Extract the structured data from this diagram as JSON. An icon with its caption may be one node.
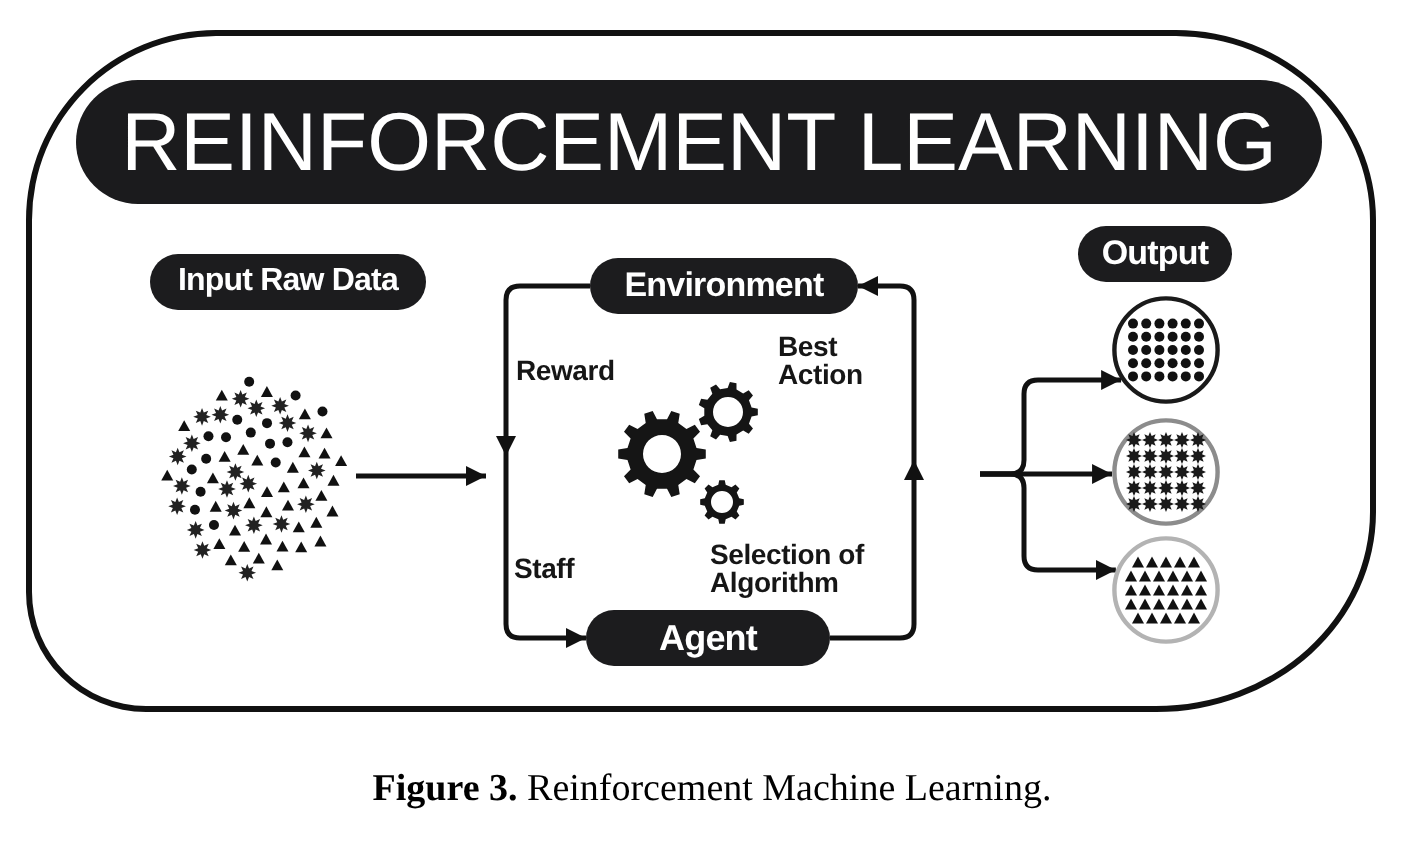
{
  "diagram": {
    "title": "REINFORCEMENT LEARNING",
    "caption": "**Figure 3.** Reinforcement Machine Learning.",
    "nodes": [
      {
        "text": [
          "Input Raw Data"
        ]
      },
      {
        "text": [],
        "shape": "picture"
      },
      {
        "text": [
          "Environment"
        ]
      },
      {
        "text": [
          "Agent"
        ]
      },
      {
        "text": [
          "Output"
        ]
      },
      {
        "text": [],
        "shape": "circle"
      },
      {
        "text": [],
        "shape": "circle"
      },
      {
        "text": [],
        "shape": "circle"
      }
    ],
    "edges": [
      {
        "from": 1,
        "to": null,
        "arrow": "to"
      },
      {
        "from": 2,
        "to": 3,
        "arrow": "to"
      },
      {
        "from": 3,
        "to": 2,
        "arrow": "to"
      },
      {
        "from": null,
        "to": 5,
        "arrow": "to"
      },
      {
        "from": null,
        "to": 6,
        "arrow": "to"
      },
      {
        "from": null,
        "to": 7,
        "arrow": "to"
      }
    ],
    "labels": [
      "Reward",
      "Best Action",
      "Staff",
      "Selection of Algorithm"
    ]
  }
}
